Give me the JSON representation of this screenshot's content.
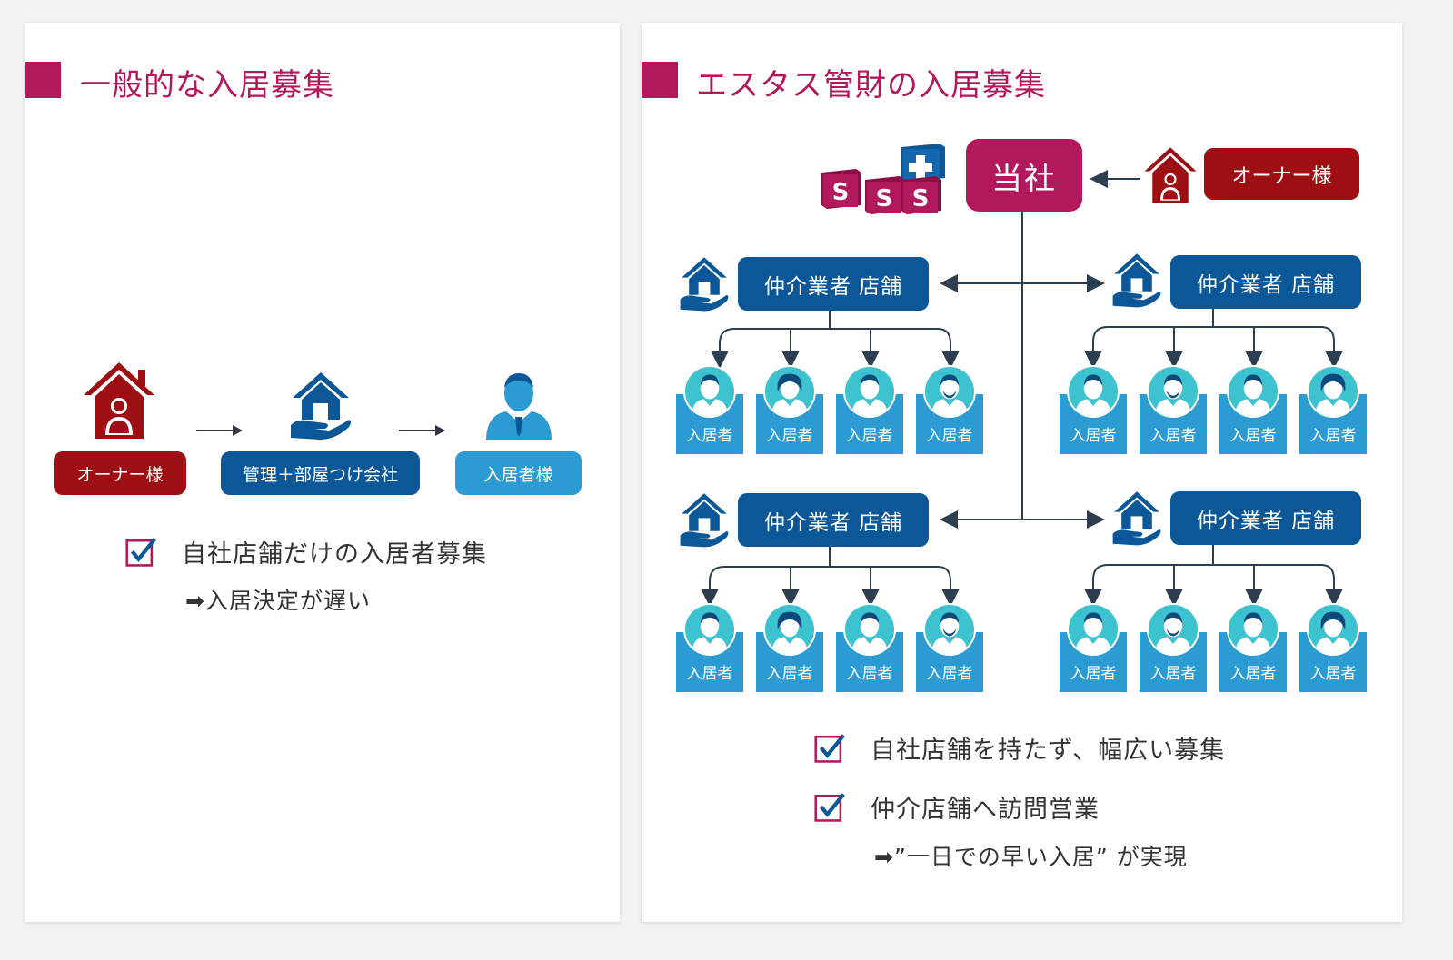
{
  "left": {
    "title": "一般的な入居募集",
    "flow": {
      "owner": "オーナー様",
      "manager": "管理＋部屋つけ会社",
      "tenant": "入居者様"
    },
    "points": [
      "自社店舗だけの入居者募集"
    ],
    "result": "➡入居決定が遅い"
  },
  "right": {
    "title": "エスタス管財の入居募集",
    "company": "当社",
    "owner": "オーナー様",
    "logo_letters": "SSS",
    "stores": [
      "仲介業者 店舗",
      "仲介業者 店舗",
      "仲介業者 店舗",
      "仲介業者 店舗"
    ],
    "tenant_label": "入居者",
    "points": [
      "自社店舗を持たず、幅広い募集",
      "仲介店舗へ訪問営業"
    ],
    "result": "➡”一日での早い入居” が実現"
  },
  "colors": {
    "accent": "#b2185c",
    "owner_red": "#9d0f12",
    "store_blue": "#0b5797",
    "tenant_blue": "#2c9bd1",
    "avatar_teal": "#3cc3cf"
  },
  "icons": [
    "house-person-icon",
    "house-hand-icon",
    "person-icon",
    "checkbox-icon",
    "sss-blocks-logo-icon"
  ]
}
